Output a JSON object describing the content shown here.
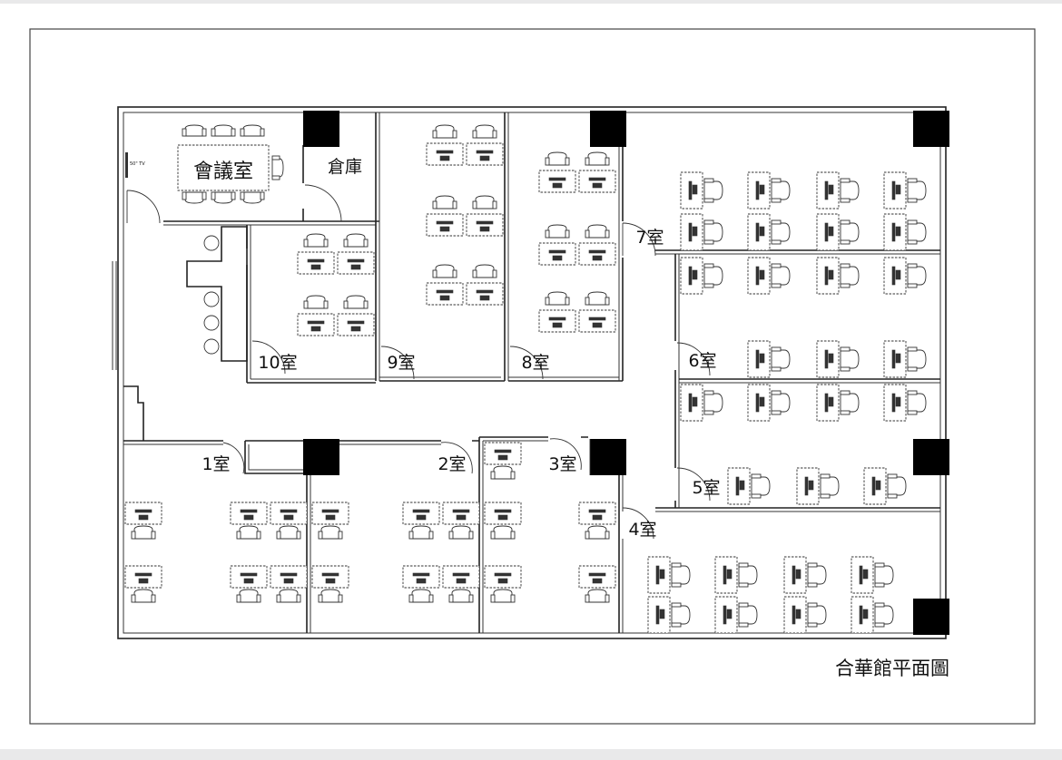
{
  "title": "合華館平面圖",
  "rooms": {
    "meeting": "會議室",
    "storage": "倉庫",
    "r1": "1室",
    "r2": "2室",
    "r3": "3室",
    "r4": "4室",
    "r5": "5室",
    "r6": "6室",
    "r7": "7室",
    "r8": "8室",
    "r9": "9室",
    "r10": "10室"
  },
  "tv_label": "50\" TV"
}
